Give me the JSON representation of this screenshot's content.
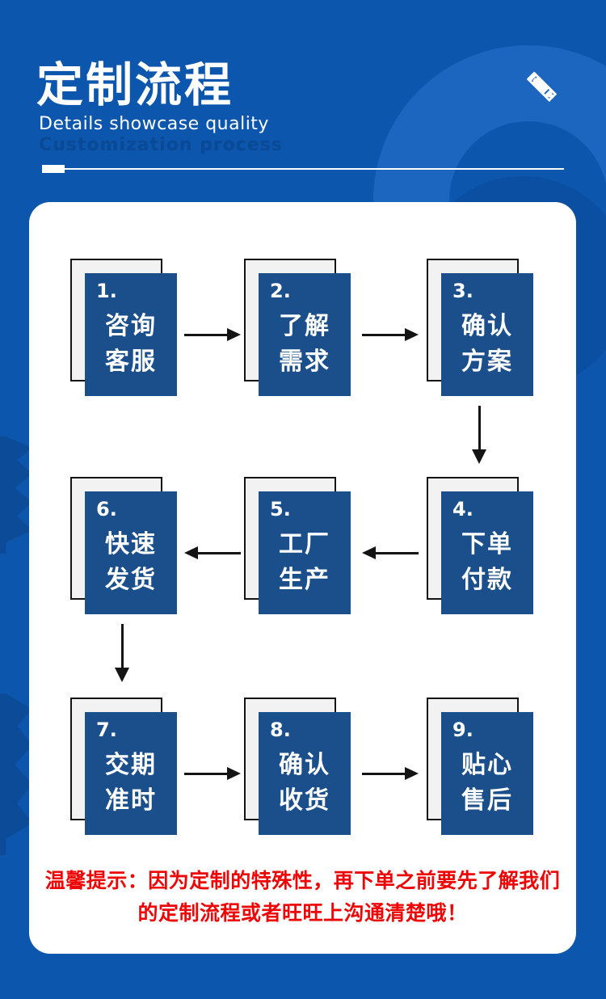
{
  "header": {
    "title": "定制流程",
    "subtitle": "Details showcase quality",
    "ghost_text": "Customization process",
    "icon": "pencil-ruler-icon"
  },
  "theme": {
    "background_blue": "#0C56AE",
    "ring_blue": "#1C66C0",
    "gear_blue": "#0B4B97",
    "step_box_blue": "#1A4F8C",
    "back_card_gray": "#F2F2F2",
    "card_white": "#FFFFFF",
    "arrow_black": "#141414",
    "warning_red": "#EE0505"
  },
  "flow": {
    "steps": [
      {
        "num": "1.",
        "line1": "咨询",
        "line2": "客服"
      },
      {
        "num": "2.",
        "line1": "了解",
        "line2": "需求"
      },
      {
        "num": "3.",
        "line1": "确认",
        "line2": "方案"
      },
      {
        "num": "4.",
        "line1": "下单",
        "line2": "付款"
      },
      {
        "num": "5.",
        "line1": "工厂",
        "line2": "生产"
      },
      {
        "num": "6.",
        "line1": "快速",
        "line2": "发货"
      },
      {
        "num": "7.",
        "line1": "交期",
        "line2": "准时"
      },
      {
        "num": "8.",
        "line1": "确认",
        "line2": "收货"
      },
      {
        "num": "9.",
        "line1": "贴心",
        "line2": "售后"
      }
    ],
    "arrow_sequence": "1→2→3↓4→5→6↓7→8→9"
  },
  "warning": {
    "line1": "温馨提示：因为定制的特殊性，再下单之前要先了解我们",
    "line2": "的定制流程或者旺旺上沟通清楚哦！"
  }
}
